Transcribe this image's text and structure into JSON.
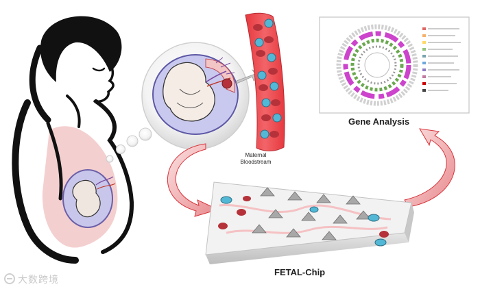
{
  "labels": {
    "gene_analysis": "Gene Analysis",
    "fetal_chip": "FETAL-Chip",
    "maternal_line1": "Maternal",
    "maternal_line2": "Bloodstream"
  },
  "watermark": "大数跨境",
  "colors": {
    "outline": "#111111",
    "skin_pink": "#f4cfcf",
    "blood_red": "#e8474c",
    "red_cell": "#b5323a",
    "cyan_cell": "#53b8d6",
    "arrow_pink": "#f2b3b6",
    "arrow_red": "#d8343b",
    "chip_surface": "#f2f2f2"
  },
  "icons": {
    "pregnant-woman": "pregnant-woman-outline-icon",
    "fetus-bubble": "fetus-in-uterus-zoom-icon",
    "blood-vessel": "blood-vessel-icon",
    "gene-plot": "circos-genome-plot-icon",
    "chip": "microfluidic-chip-icon"
  }
}
